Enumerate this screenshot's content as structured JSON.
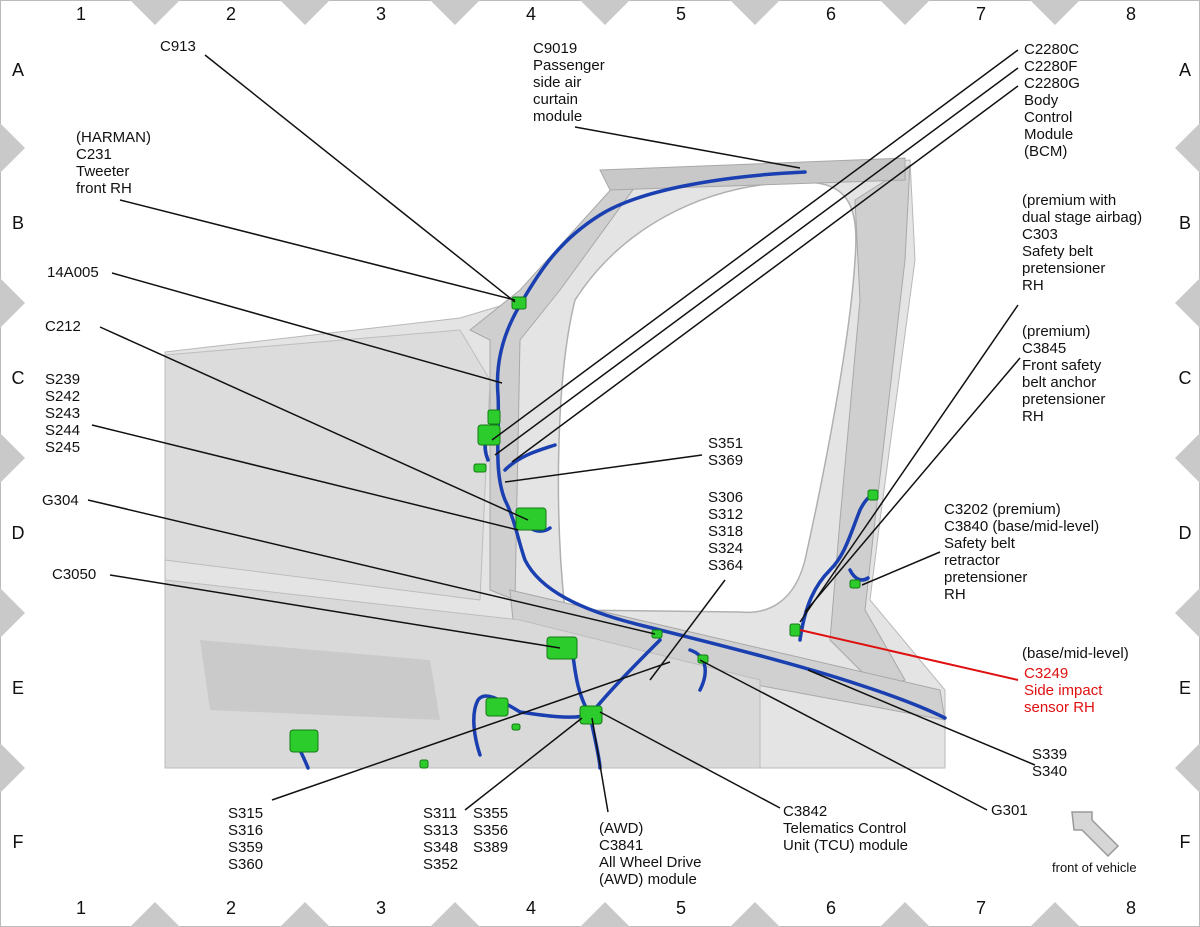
{
  "grid": {
    "columns": [
      "1",
      "2",
      "3",
      "4",
      "5",
      "6",
      "7",
      "8"
    ],
    "rows": [
      "A",
      "B",
      "C",
      "D",
      "E",
      "F"
    ]
  },
  "labels": {
    "c913": [
      "C913"
    ],
    "c9019": [
      "C9019",
      "Passenger",
      "side air",
      "curtain",
      "module"
    ],
    "c2280": [
      "C2280C",
      "C2280F",
      "C2280G",
      "Body",
      "Control",
      "Module",
      "(BCM)"
    ],
    "c231": [
      "(HARMAN)",
      "C231",
      "Tweeter",
      "front RH"
    ],
    "c303": [
      "(premium with",
      "dual stage airbag)",
      "C303",
      "Safety belt",
      "pretensioner",
      "RH"
    ],
    "a14a005": [
      "14A005"
    ],
    "c212": [
      "C212"
    ],
    "c3845": [
      "(premium)",
      "C3845",
      "Front safety",
      "belt anchor",
      "pretensioner",
      "RH"
    ],
    "s239": [
      "S239",
      "S242",
      "S243",
      "S244",
      "S245"
    ],
    "s351": [
      "S351",
      "S369"
    ],
    "g304": [
      "G304"
    ],
    "s306": [
      "S306",
      "S312",
      "S318",
      "S324",
      "S364"
    ],
    "c3202": [
      "C3202 (premium)",
      "C3840 (base/mid-level)",
      "Safety belt",
      "retractor",
      "pretensioner",
      "RH"
    ],
    "c3050": [
      "C3050"
    ],
    "c3249_note": [
      "(base/mid-level)"
    ],
    "c3249": [
      "C3249",
      "Side impact",
      "sensor RH"
    ],
    "s339": [
      "S339",
      "S340"
    ],
    "g301": [
      "G301"
    ],
    "s315": [
      "S315",
      "S316",
      "S359",
      "S360"
    ],
    "s311a": [
      "S311",
      "S313",
      "S348",
      "S352"
    ],
    "s311b": [
      "S355",
      "S356",
      "S389"
    ],
    "awd": [
      "(AWD)",
      "C3841",
      "All Wheel Drive",
      "(AWD) module"
    ],
    "c3842": [
      "C3842",
      "Telematics Control",
      "Unit (TCU) module"
    ]
  },
  "front_caption": "front of vehicle",
  "colors": {
    "harness": "#1a3fb0",
    "connector": "#2ccc2c",
    "highlight": "#e01010",
    "body": "#d7d7d7",
    "grid_marker": "#c9c9c9"
  }
}
